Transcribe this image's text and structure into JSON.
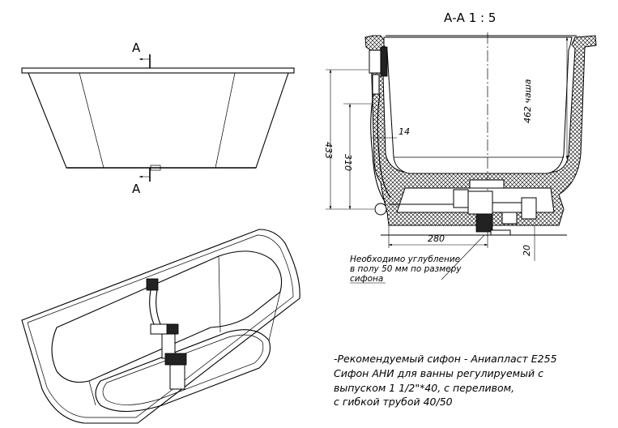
{
  "section_title": "А-А 1 : 5",
  "section_marks": {
    "top": "A",
    "bottom": "A"
  },
  "dimensions": {
    "overall_height": "433",
    "outlet_height": "310",
    "bowl_depth": "462 чаша",
    "wall_gap": "14",
    "outlet_offset": "280",
    "floor_recess": "20"
  },
  "floor_note": [
    "Необходимо углубление",
    "в полу 50 мм по размеру",
    "сифона"
  ],
  "recommendation": [
    "-Рекомендуемый сифон - Аниапласт Е255",
    "Сифон АНИ для ванны регулируемый с",
    "выпуском 1 1/2\"*40, с переливом,",
    "с гибкой трубой 40/50"
  ]
}
